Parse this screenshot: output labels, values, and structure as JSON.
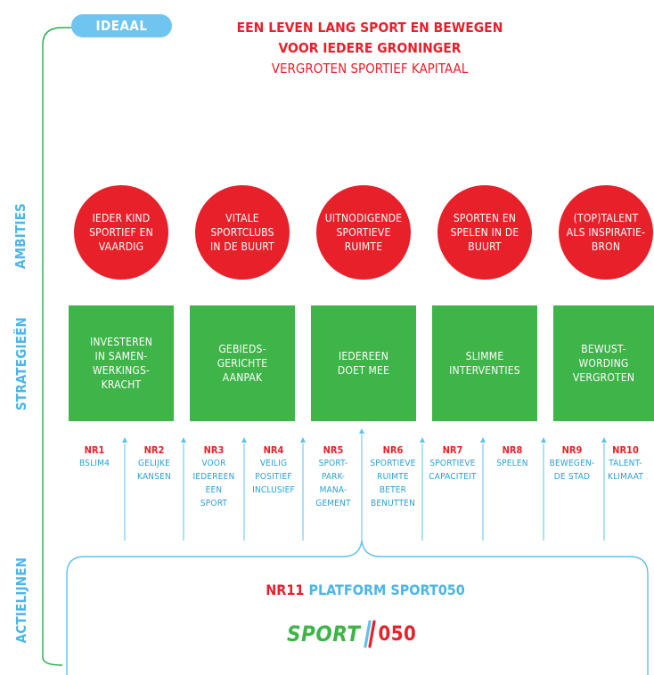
{
  "ideaal": {
    "label": "IDEAAL",
    "title_line1": "EEN LEVEN LANG SPORT EN BEWEGEN",
    "title_line2": "VOOR IEDERE GRONINGER",
    "subtitle": "VERGROTEN SPORTIEF KAPITAAL"
  },
  "side_labels": {
    "ambities": "AMBITIES",
    "strategieen": "STRATEGIEËN",
    "actielijnen": "ACTIELIJNEN"
  },
  "ambities": [
    {
      "label": "IEDER KIND\nSPORTIEF EN\nVAARDIG"
    },
    {
      "label": "VITALE\nSPORTCLUBS\nIN DE BUURT"
    },
    {
      "label": "UITNODIGENDE\nSPORTIEVE\nRUIMTE"
    },
    {
      "label": "SPORTEN EN\nSPELEN IN DE\nBUURT"
    },
    {
      "label": "(TOP)TALENT\nALS INSPIRATIE-\nBRON"
    }
  ],
  "strategieen": [
    {
      "label": "INVESTEREN\nIN SAMEN-\nWERKINGS-\nKRACHT"
    },
    {
      "label": "GEBIEDS-\nGERICHTE\nAANPAK"
    },
    {
      "label": "IEDEREEN\nDOET MEE"
    },
    {
      "label": "SLIMME\nINTERVENTIES"
    },
    {
      "label": "BEWUST-\nWORDING\nVERGROTEN"
    }
  ],
  "actielijnen": [
    {
      "nr": "NR1",
      "label": "BSLIM4"
    },
    {
      "nr": "NR2",
      "label": "GELIJKE\nKANSEN"
    },
    {
      "nr": "NR3",
      "label": "VOOR\nIEDEREEN\nEEN\nSPORT"
    },
    {
      "nr": "NR4",
      "label": "VEILIG\nPOSITIEF\nINCLUSIEF"
    },
    {
      "nr": "NR5",
      "label": "SPORT-\nPARK-\nMANA-\nGEMENT"
    },
    {
      "nr": "NR6",
      "label": "SPORTIEVE\nRUIMTE\nBETER\nBENUTTEN"
    },
    {
      "nr": "NR7",
      "label": "SPORTIEVE\nCAPACITEIT"
    },
    {
      "nr": "NR8",
      "label": "SPELEN"
    },
    {
      "nr": "NR9",
      "label": "BEWEGEN-\nDE STAD"
    },
    {
      "nr": "NR10",
      "label": "TALENT-\nKLIMAAT"
    }
  ],
  "platform": {
    "nr": "NR11",
    "name": "PLATFORM SPORT050",
    "logo_sport": "SPORT",
    "logo_num": "050"
  },
  "colors": {
    "red": "#e8202a",
    "green": "#3fb449",
    "blue": "#4bb6e8"
  }
}
